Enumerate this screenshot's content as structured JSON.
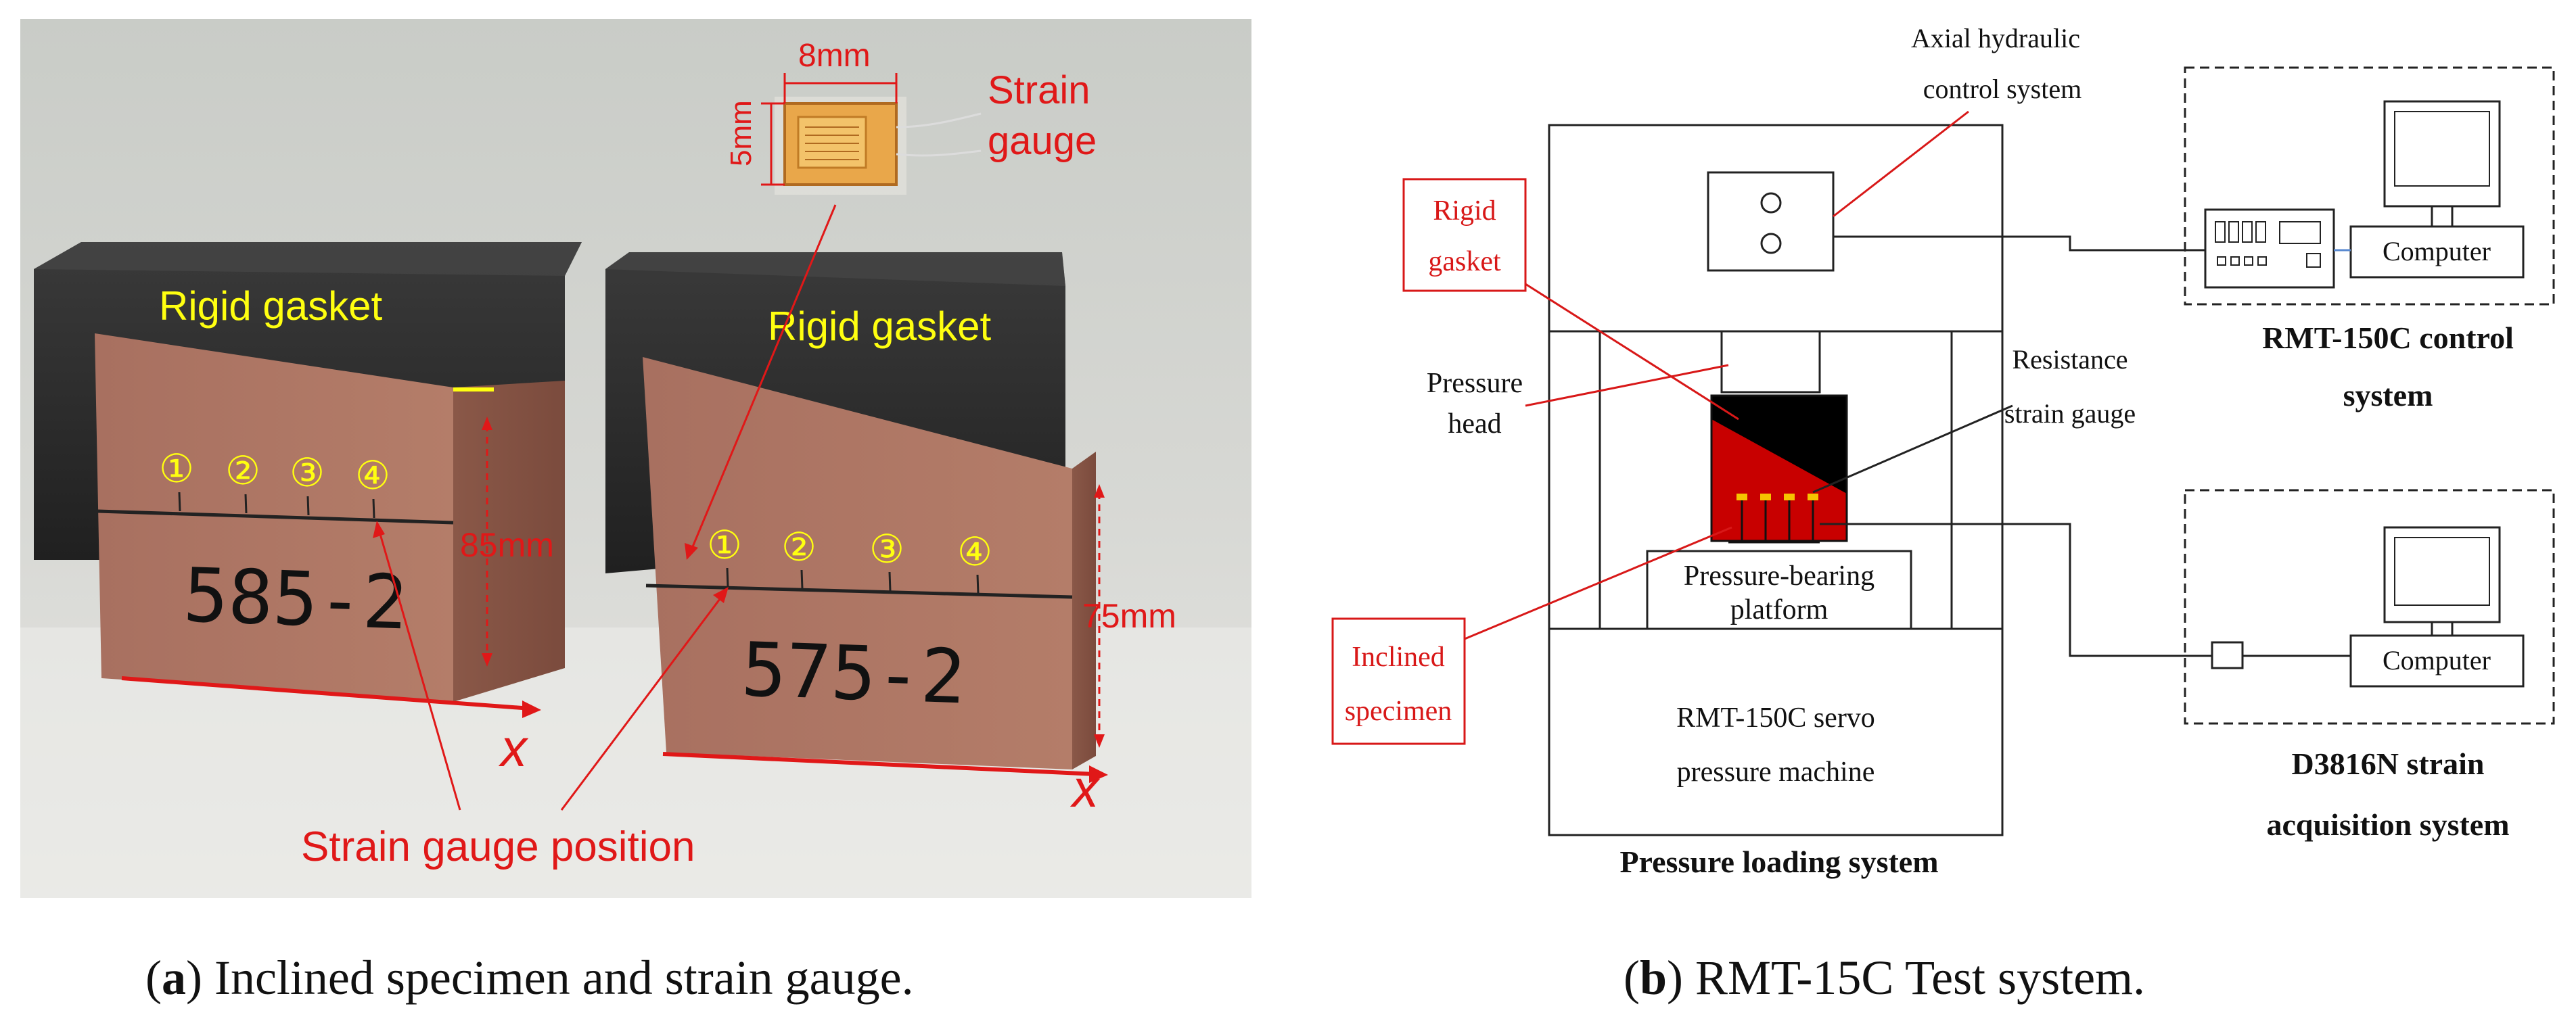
{
  "panel_a": {
    "labels": {
      "rigid_gasket_left": "Rigid gasket",
      "rigid_gasket_right": "Rigid gasket",
      "strain_gauge_line1": "Strain",
      "strain_gauge_line2": "gauge",
      "dim_width": "8mm",
      "dim_height": "5mm",
      "dim_85": "85mm",
      "dim_75": "75mm",
      "axis_left": "x",
      "axis_right": "x",
      "strain_gauge_position": "Strain gauge position",
      "specimen_left_marking": "585-2",
      "specimen_right_marking": "575-2",
      "position_markers": [
        "①",
        "②",
        "③",
        "④"
      ]
    }
  },
  "panel_b": {
    "labels": {
      "axial_line1": "Axial hydraulic",
      "axial_line2": "control system",
      "rigid_line1": "Rigid",
      "rigid_line2": "gasket",
      "pressure_head_line1": "Pressure",
      "pressure_head_line2": "head",
      "resistance_line1": "Resistance",
      "resistance_line2": "strain gauge",
      "platform_line1": "Pressure-bearing",
      "platform_line2": "platform",
      "inclined_line1": "Inclined",
      "inclined_line2": "specimen",
      "machine_line1": "RMT-150C servo",
      "machine_line2": "pressure machine",
      "loading_system": "Pressure loading system",
      "control_line1": "RMT-150C control",
      "control_line2": "system",
      "acq_line1": "D3816N strain",
      "acq_line2": "acquisition system",
      "computer_top": "Computer",
      "computer_bottom": "Computer"
    }
  },
  "captions": {
    "a_letter": "a",
    "a_text": ") Inclined specimen and strain gauge.",
    "b_letter": "b",
    "b_text": ") RMT-15C Test system."
  }
}
